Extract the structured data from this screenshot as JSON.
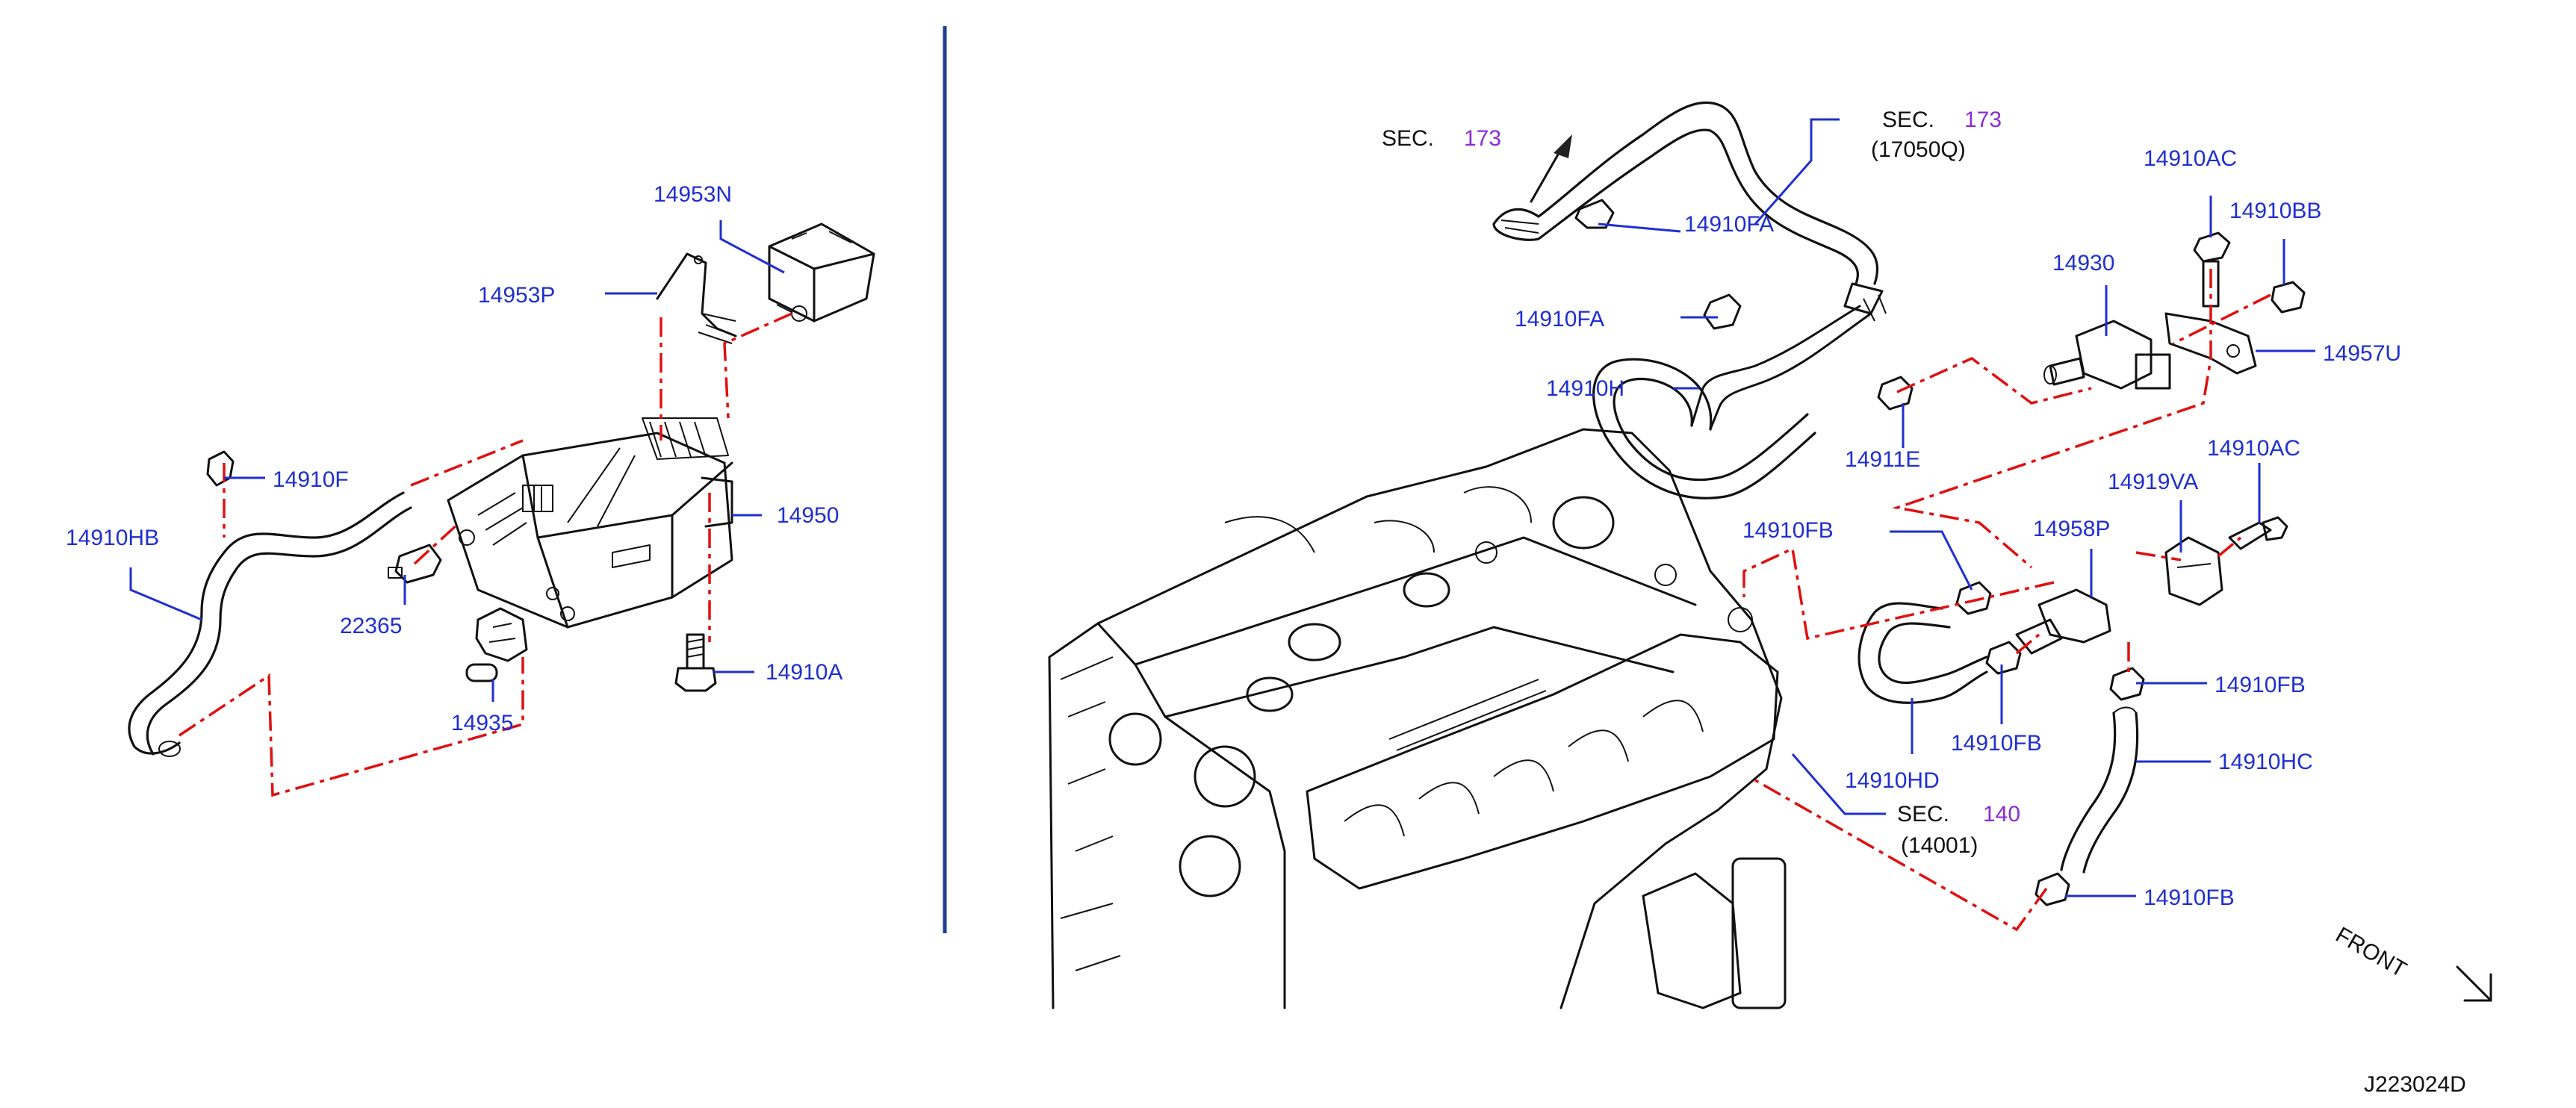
{
  "diagram": {
    "drawing_number": "J223024D",
    "front_label": "FRONT",
    "sections": [
      {
        "prefix": "SEC.",
        "number": "173",
        "sub": ""
      },
      {
        "prefix": "SEC.",
        "number": "173",
        "sub": "(17050Q)"
      },
      {
        "prefix": "SEC.",
        "number": "140",
        "sub": "(14001)"
      }
    ],
    "parts": {
      "p14953N": "14953N",
      "p14953P": "14953P",
      "p14910F": "14910F",
      "p14910HB": "14910HB",
      "p14950": "14950",
      "p22365": "22365",
      "p14935": "14935",
      "p14910A": "14910A",
      "p14910FA_1": "14910FA",
      "p14910FA_2": "14910FA",
      "p14910H": "14910H",
      "p14911E": "14911E",
      "p14930": "14930",
      "p14910AC_1": "14910AC",
      "p14910BB": "14910BB",
      "p14957U": "14957U",
      "p14910AC_2": "14910AC",
      "p14919VA": "14919VA",
      "p14910FB_1": "14910FB",
      "p14958P": "14958P",
      "p14910FB_2": "14910FB",
      "p14910FB_3": "14910FB",
      "p14910HD": "14910HD",
      "p14910HC": "14910HC",
      "p14910FB_4": "14910FB"
    }
  }
}
